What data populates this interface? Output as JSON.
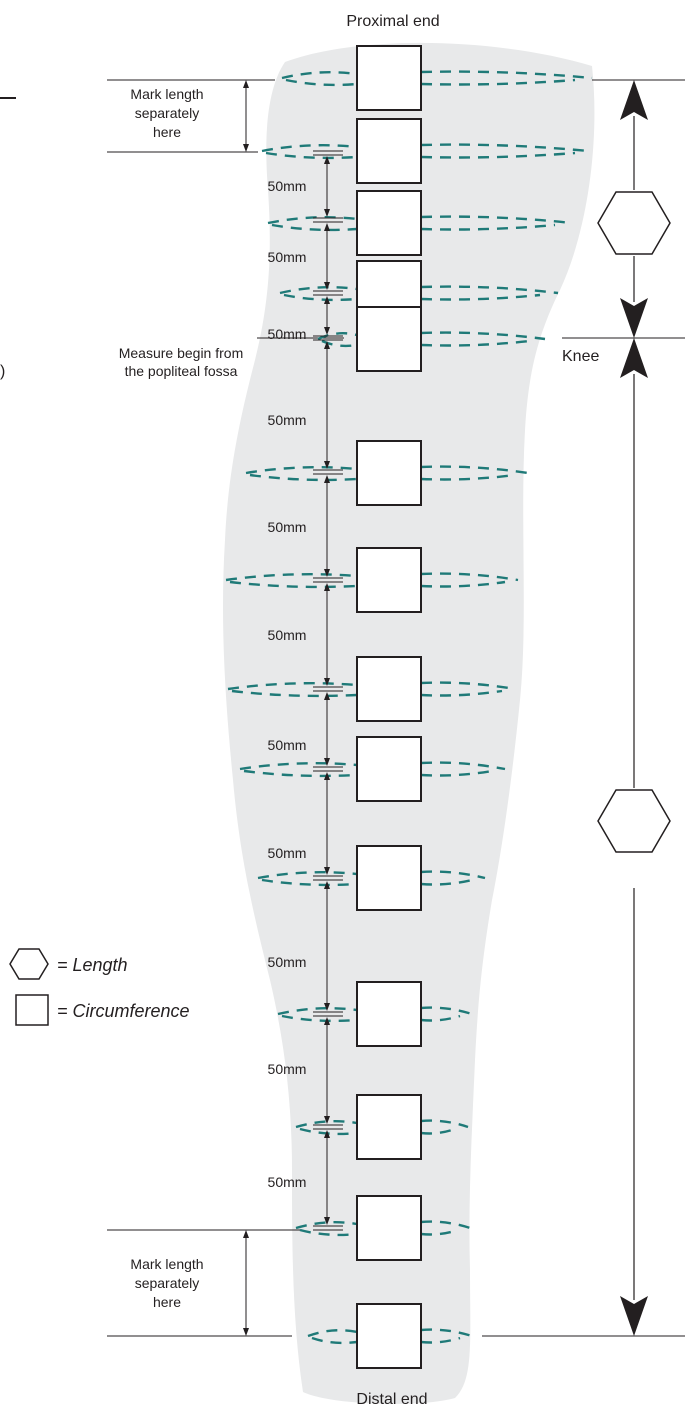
{
  "labels": {
    "proximal_end": "Proximal end",
    "distal_end": "Distal end",
    "knee": "Knee",
    "mark_top_line1": "Mark length",
    "mark_top_line2": "separately",
    "mark_top_line3": "here",
    "mark_bottom_line1": "Mark length",
    "mark_bottom_line2": "separately",
    "mark_bottom_line3": "here",
    "measure_line1": "Measure begin from",
    "measure_line2": "the popliteal fossa",
    "interval": "50mm",
    "paren": ")"
  },
  "legend": {
    "length_label": "= Length",
    "circumference_label": "= Circumference"
  },
  "colors": {
    "limb_fill": "#e8e9ea",
    "tape_dashes": "#1f7a78",
    "ink": "#231f20"
  },
  "icons": {
    "length_symbol": "hexagon-icon",
    "circumference_symbol": "square-icon"
  }
}
